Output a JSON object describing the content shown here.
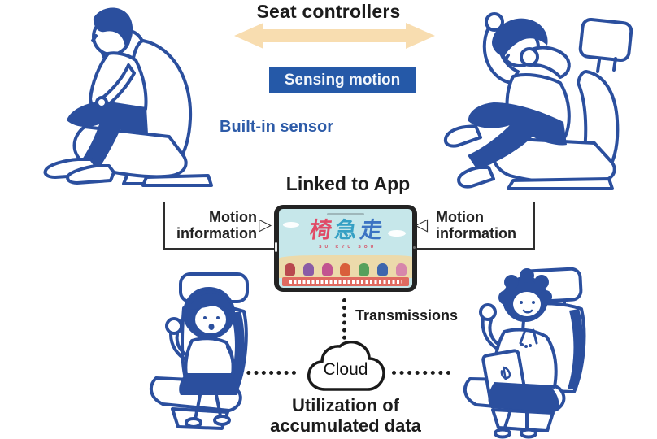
{
  "top": {
    "title": "Seat controllers",
    "sensing_motion": "Sensing motion",
    "built_in_sensor": "Built-in sensor"
  },
  "app": {
    "title": "Linked to App",
    "motion_left": {
      "line1": "Motion",
      "line2": "information"
    },
    "motion_right": {
      "line1": "Motion",
      "line2": "information"
    },
    "triangle_right_glyph": "▷",
    "triangle_left_glyph": "◁",
    "tablet_screen": {
      "game_title_chars": [
        {
          "char": "椅",
          "color": "#e04a66"
        },
        {
          "char": "急",
          "color": "#35a0c4"
        },
        {
          "char": "走",
          "color": "#3c74c3"
        }
      ],
      "game_subtitle": "ISU KYU SOU",
      "racer_colors": [
        "#b9484e",
        "#8a5ca6",
        "#c25490",
        "#d95f3b",
        "#57a05c",
        "#3e66ad",
        "#d786ab"
      ]
    }
  },
  "cloud_section": {
    "transmissions": "Transmissions",
    "cloud": "Cloud",
    "caption_line1": "Utilization of",
    "caption_line2": "accumulated data"
  },
  "illustrations": {
    "top_left": "adult-passenger-reclining-in-seat",
    "top_right": "adult-passenger-exercising-in-seat",
    "bottom_left": "child-passenger-in-seat",
    "bottom_right": "senior-passenger-with-tablet-in-seat"
  },
  "colors": {
    "illustration_blue": "#2b4f9e",
    "sensing_box_blue": "#2559a8",
    "built_in_sensor_text": "#2d5ba8",
    "arrow_tan": "#f8ddb0",
    "text_black": "#1c1c1c",
    "banner_coral": "#e06a60",
    "screen_sky": "#c6e7ea",
    "screen_sand": "#ecdaab"
  }
}
